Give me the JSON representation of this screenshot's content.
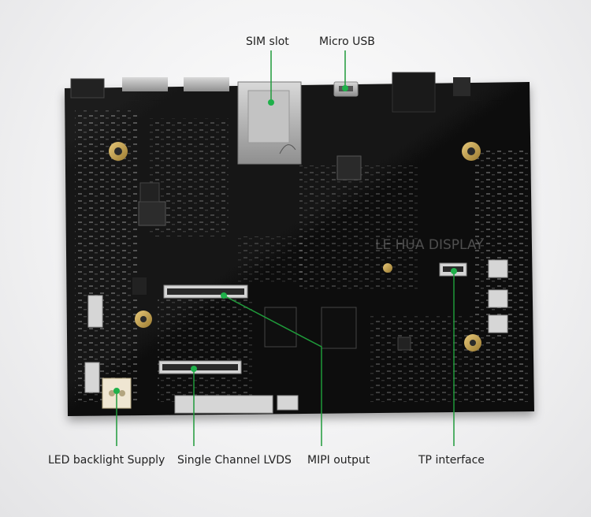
{
  "callouts": {
    "sim_slot": "SIM slot",
    "micro_usb": "Micro USB",
    "led_backlight": "LED backlight Supply",
    "single_lvds": "Single Channel LVDS",
    "mipi_output": "MIPI output",
    "tp_interface": "TP interface"
  },
  "board": {
    "watermark": "LE HUA DISPLAY"
  },
  "colors": {
    "pcb": "#141414",
    "leader": "#1f9a3a",
    "dot": "#1fb04a"
  }
}
